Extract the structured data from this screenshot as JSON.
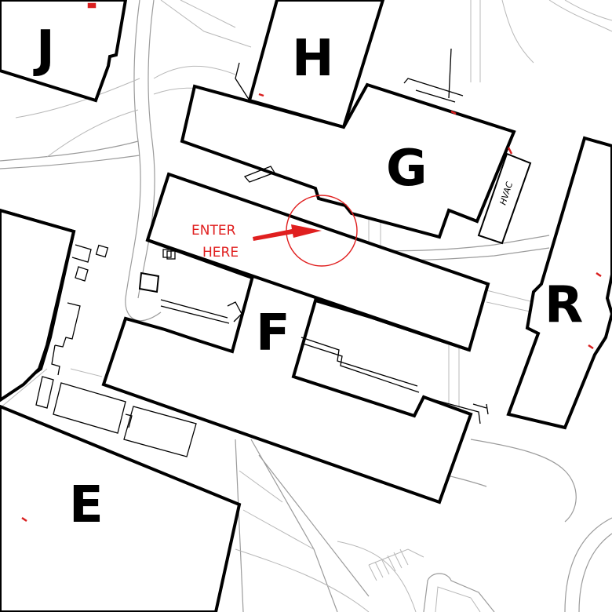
{
  "map": {
    "buildings": {
      "J": "J",
      "H": "H",
      "G": "G",
      "F": "F",
      "E": "E",
      "R": "R"
    },
    "hvac_label": "HVAC",
    "entrance": {
      "line1": "ENTER",
      "line2": "HERE",
      "color": "#e01f1f"
    },
    "colors": {
      "building_outline": "#000000",
      "road": "#9b9b9b",
      "accent": "#e01f1f"
    }
  }
}
